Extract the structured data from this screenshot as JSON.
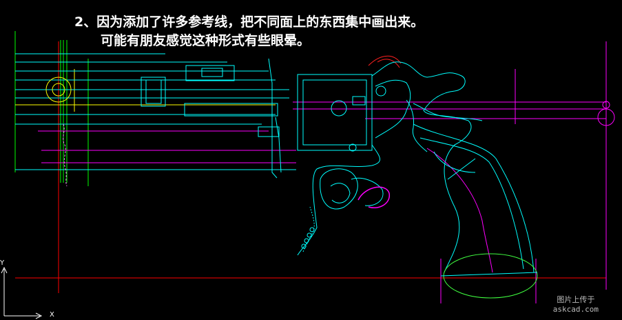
{
  "caption": {
    "line1": "2、因为添加了许多参考线，把不同面上的东西集中画出来。",
    "line2": "可能有朋友感觉这种形式有些眼晕。"
  },
  "watermark": {
    "line1": "图片上传于",
    "line2": "askcad.com"
  },
  "ucs": {
    "x_label": "X",
    "y_label": "Y"
  },
  "colors": {
    "background": "#000000",
    "caption_text": "#ffffff",
    "reference_cyan": "#00ffff",
    "reference_magenta": "#ff00ff",
    "reference_yellow": "#ffff00",
    "reference_green": "#00ff00",
    "reference_red": "#ff0000",
    "reference_blue": "#4060ff",
    "outline_green": "#40ff40"
  },
  "icons": [
    "ucs-axis-icon"
  ]
}
